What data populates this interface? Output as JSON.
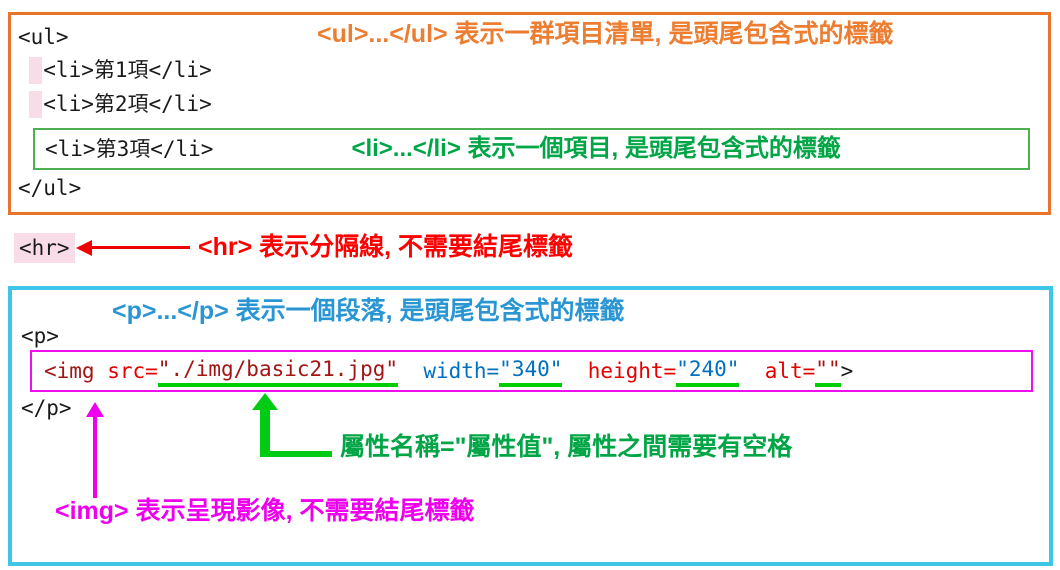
{
  "ul_box": {
    "code": {
      "open": "<ul>",
      "item1": "  <li>第1項</li>",
      "item2": "  <li>第2項</li>",
      "item3": "<li>第3項</li>",
      "close": "</ul>"
    },
    "ul_annotation": "<ul>...</ul> 表示一群項目清單, 是頭尾包含式的標籤",
    "li_annotation": "<li>...</li> 表示一個項目, 是頭尾包含式的標籤"
  },
  "hr_row": {
    "code": "<hr>",
    "annotation": "<hr> 表示分隔線, 不需要結尾標籤"
  },
  "p_box": {
    "p_annotation": "<p>...</p> 表示一個段落, 是頭尾包含式的標籤",
    "code_open": "<p>",
    "code_close": "</p>",
    "img_code": {
      "tag": "<img ",
      "src_name": "src=",
      "src_value": "\"./img/basic21.jpg\"",
      "sp1": "  ",
      "width_name": "width=",
      "width_value": "\"340\"",
      "sp2": "  ",
      "height_name": "height=",
      "height_value": "\"240\"",
      "sp3": "  ",
      "alt_name": "alt=",
      "alt_value": "\"\"",
      "close": ">"
    },
    "attr_annotation": "屬性名稱=\"屬性值\", 屬性之間需要有空格",
    "img_annotation": "<img> 表示呈現影像, 不需要結尾標籤"
  },
  "colors": {
    "orange_box": "#E8742C",
    "orange_text": "#ED7D31",
    "green_box": "#4CAF50",
    "green_text": "#00A546",
    "lime_underline_arrow": "#00CC14",
    "red_text": "#FF0000",
    "blue_text": "#2996D3",
    "cyan_box": "#3FC6E6",
    "magenta": "#EE00EE",
    "code_maroon": "#A31515",
    "code_red": "#E50000",
    "code_blue": "#0070C0",
    "code_black": "#1A1A1A",
    "pink_highlight": "#F8DDE9"
  }
}
